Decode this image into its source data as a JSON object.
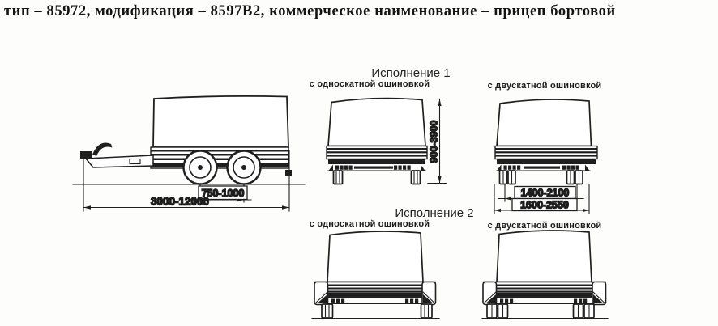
{
  "title": "тип – 85972, модификация – 8597В2, коммерческое наименование – прицеп бортовой",
  "colors": {
    "ink": "#1f1f1f",
    "paper": "#fdfdfb"
  },
  "side_view": {
    "dim_axle_spacing": "750-1000",
    "dim_overall_length": "3000-12000"
  },
  "variant1": {
    "heading": "Исполнение 1",
    "single_tire_label": "с односкатной ошиновкой",
    "dual_tire_label": "с двускатной ошиновкой",
    "dim_height": "900-3900",
    "dim_track": "1400-2100",
    "dim_overall_width": "1600-2550"
  },
  "variant2": {
    "heading": "Исполнение 2",
    "single_tire_label": "с односкатной ошиновкой",
    "dual_tire_label": "с двускатной ошиновкой"
  }
}
